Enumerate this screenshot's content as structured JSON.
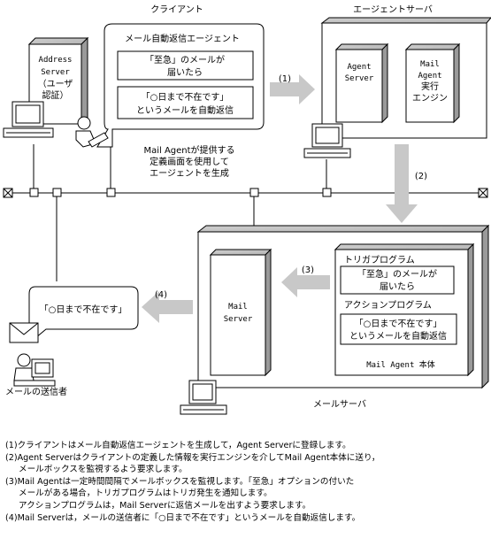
{
  "labels": {
    "client": "クライアント",
    "agent_server_host": "エージェントサーバ",
    "mail_server_host": "メールサーバ",
    "sender": "メールの送信者",
    "mail_agent_note": [
      "Mail Agentが提供する",
      "定義画面を使用して",
      "エージェントを生成"
    ]
  },
  "address_server": [
    "Address",
    "Server",
    "（ユーザ",
    "認証）"
  ],
  "client_window": {
    "title": "メール自動返信エージェント",
    "box1": [
      "「至急」のメールが",
      "届いたら"
    ],
    "box2": [
      "「○日まで不在です」",
      "というメールを自動返信"
    ]
  },
  "agent_server": {
    "server_label": [
      "Agent",
      "Server"
    ],
    "engine_label": [
      "Mail",
      "Agent",
      "実行",
      "エンジン"
    ]
  },
  "mail_server": {
    "server_label": [
      "Mail",
      "Server"
    ],
    "trigger_title": "トリガプログラム",
    "trigger_box": [
      "「至急」のメールが",
      "届いたら"
    ],
    "action_title": "アクションプログラム",
    "action_box": [
      "「○日まで不在です」",
      "というメールを自動返信"
    ],
    "body_label": "Mail Agent 本体"
  },
  "reply_bubble": "「○日まで不在です」",
  "steps": {
    "s1": "(1)",
    "s2": "(2)",
    "s3": "(3)",
    "s4": "(4)"
  },
  "notes": [
    "(1)クライアントはメール自動返信エージェントを生成して，Agent Serverに登録します。",
    "(2)Agent Serverはクライアントの定義した情報を実行エンジンを介してMail Agent本体に送り，",
    "メールボックスを監視するよう要求します。",
    "(3)Mail Agentは一定時間間隔でメールボックスを監視します。「至急」オプションの付いた",
    "メールがある場合，トリガプログラムはトリガ発生を通知します。",
    "アクションプログラムは，Mail Serverに返信メールを出すよう要求します。",
    "(4)Mail Serverは，メールの送信者に「○日まで不在です」というメールを自動返信します。"
  ]
}
